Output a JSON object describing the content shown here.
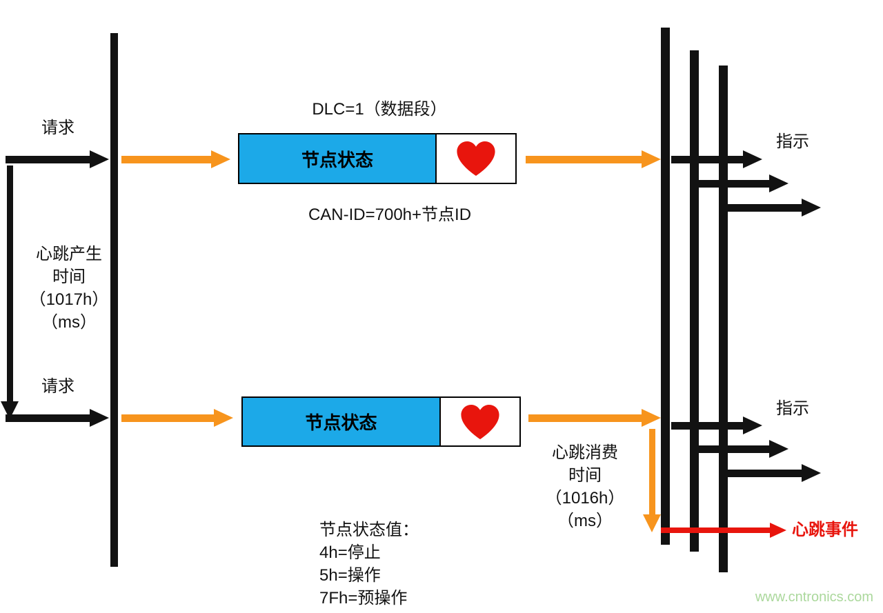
{
  "colors": {
    "black": "#121212",
    "blue": "#1ca9e8",
    "orange": "#f7941d",
    "red": "#e8150d",
    "watermark_green": "#abd89c"
  },
  "producer": {
    "request_top": "请求",
    "request_bottom": "请求",
    "produce_time_lines": [
      "心跳产生",
      "时间",
      "（1017h）",
      "（ms）"
    ]
  },
  "message_top": {
    "dlc": "DLC=1（数据段）",
    "node_status": "节点状态",
    "can_id": "CAN-ID=700h+节点ID"
  },
  "message_bottom": {
    "node_status": "节点状态"
  },
  "consumer": {
    "indication_top": "指示",
    "indication_bottom": "指示",
    "consume_time_lines": [
      "心跳消费",
      "时间",
      "（1016h）",
      "（ms）"
    ],
    "heartbeat_event": "心跳事件"
  },
  "legend_lines": [
    "节点状态值：",
    "4h=停止",
    "5h=操作",
    "7Fh=预操作"
  ],
  "watermark": "www.cntronics.com"
}
